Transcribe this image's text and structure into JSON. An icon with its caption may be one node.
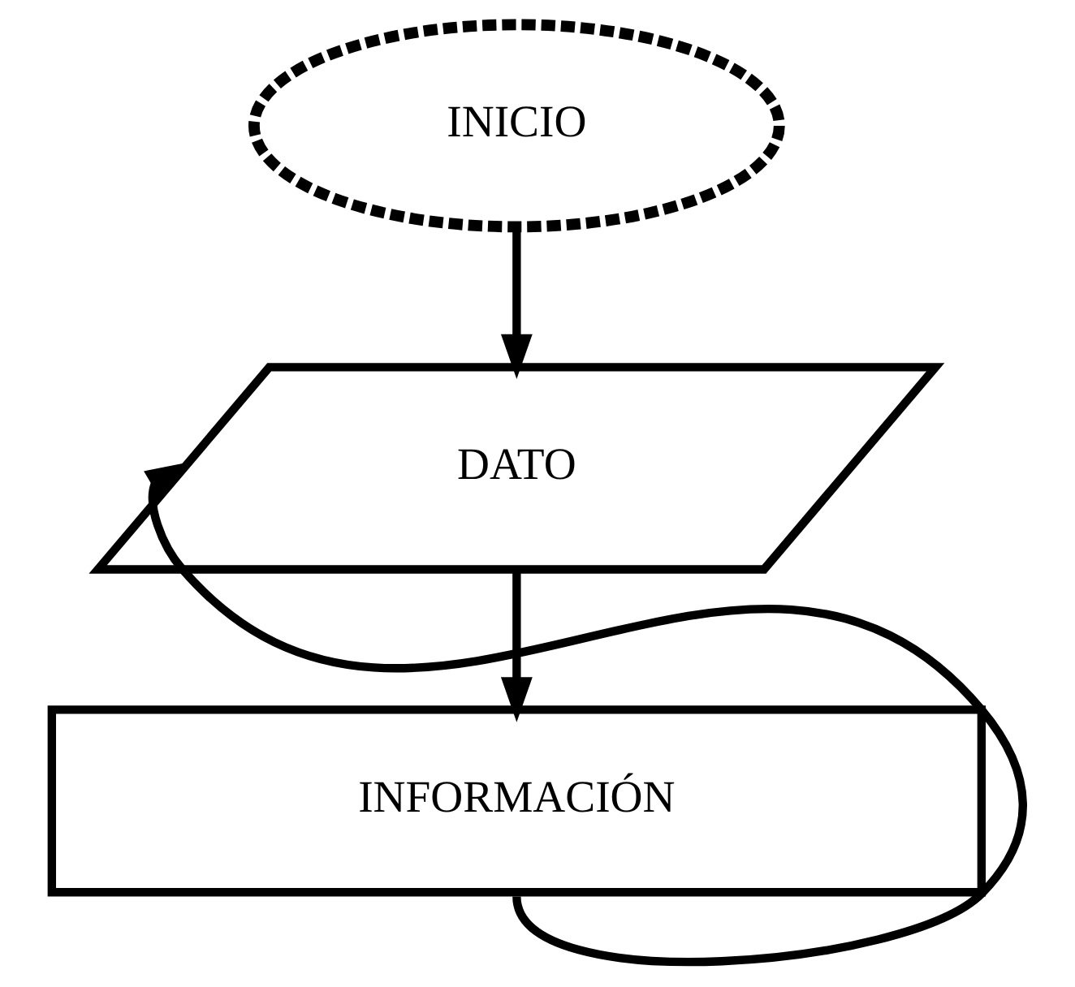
{
  "diagram": {
    "nodes": [
      {
        "text": [
          "INICIO"
        ]
      },
      {
        "text": [
          "DATO"
        ]
      },
      {
        "text": [
          "INFORMACIÓN"
        ]
      }
    ],
    "edges": [
      {
        "from": 0,
        "to": 1,
        "arrow": "to"
      },
      {
        "from": 1,
        "to": 2,
        "arrow": "to"
      },
      {
        "from": 2,
        "to": 1,
        "arrow": "to"
      }
    ]
  }
}
